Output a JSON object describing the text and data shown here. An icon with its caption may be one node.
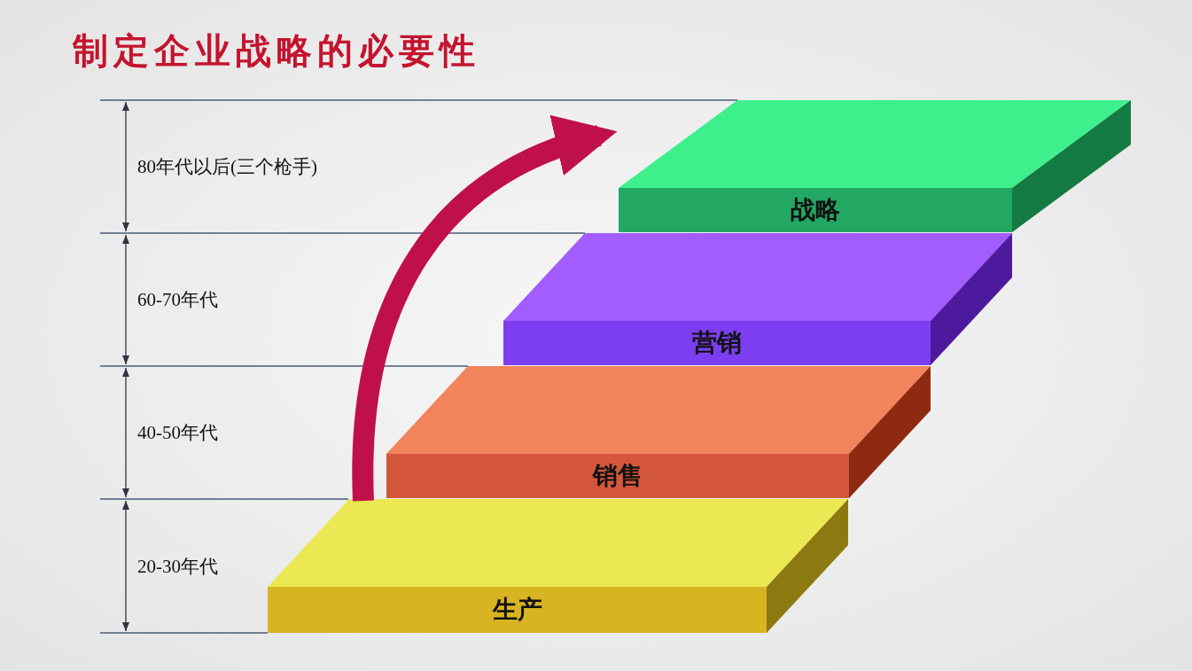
{
  "diagram": {
    "title": "制定企业战略的必要性",
    "nodes": [
      {
        "text": [
          "战略"
        ]
      },
      {
        "text": [
          "营销"
        ]
      },
      {
        "text": [
          "销售"
        ]
      },
      {
        "text": [
          "生产"
        ]
      }
    ],
    "edges": [
      {
        "from": 3,
        "to": 0,
        "arrow": "to"
      }
    ],
    "labels": [
      "80年代以后(三个枪手)",
      "60-70年代",
      "40-50年代",
      "20-30年代"
    ]
  }
}
